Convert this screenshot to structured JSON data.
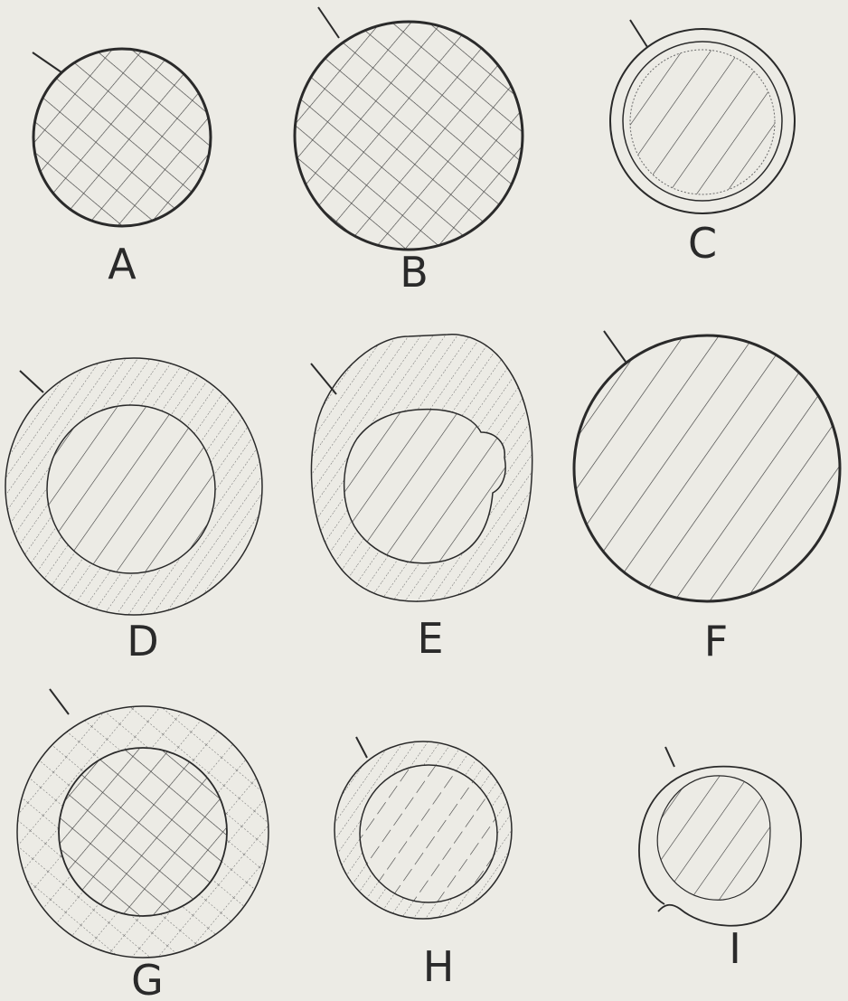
{
  "panels": [
    {
      "id": "A",
      "label": "A"
    },
    {
      "id": "B",
      "label": "B"
    },
    {
      "id": "C",
      "label": "C"
    },
    {
      "id": "D",
      "label": "D"
    },
    {
      "id": "E",
      "label": "E"
    },
    {
      "id": "F",
      "label": "F"
    },
    {
      "id": "G",
      "label": "G"
    },
    {
      "id": "H",
      "label": "H"
    },
    {
      "id": "I",
      "label": "I"
    }
  ],
  "colors": {
    "paper": "#ecebe5",
    "ink": "#2a2a2a",
    "hatch": "#3a3a3a",
    "dotted": "#6a6a6a"
  }
}
